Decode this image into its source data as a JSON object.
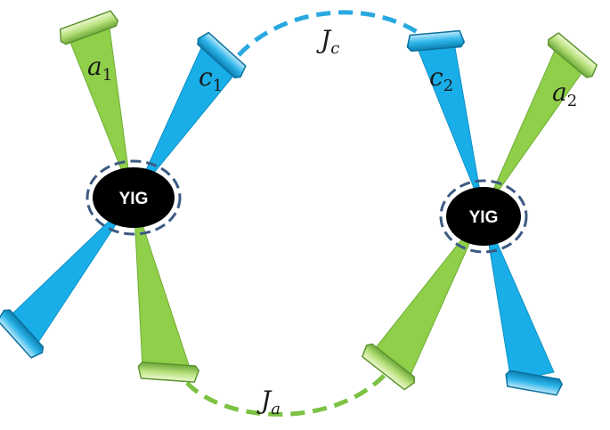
{
  "diagram": {
    "yig_left": "YIG",
    "yig_right": "YIG",
    "labels": {
      "a1": {
        "base": "a",
        "sub": "1"
      },
      "c1": {
        "base": "c",
        "sub": "1"
      },
      "c2": {
        "base": "c",
        "sub": "2"
      },
      "a2": {
        "base": "a",
        "sub": "2"
      },
      "jc": {
        "base": "J",
        "sub": "c"
      },
      "ja": {
        "base": "J",
        "sub": "a"
      }
    },
    "colors": {
      "green_arm": "#8fcf4a",
      "blue_arm": "#19aee8",
      "jc_line": "#29a8e0",
      "ja_line": "#7cc243",
      "yig_fill": "#000000",
      "yig_ring": "#3c5a82"
    }
  }
}
